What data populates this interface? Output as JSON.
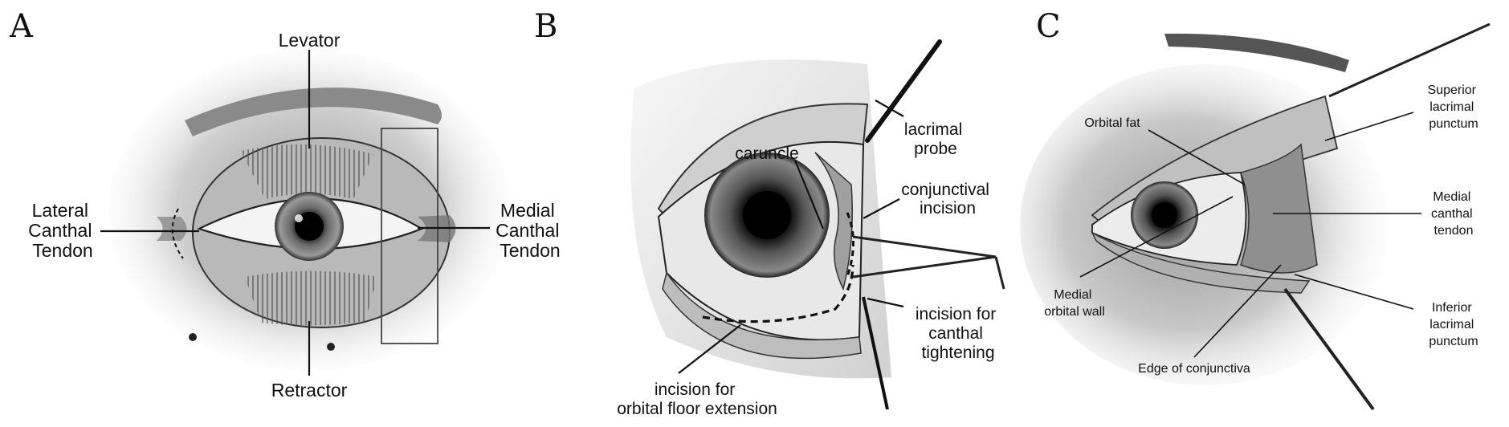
{
  "panels": {
    "a": {
      "letter": "A",
      "labels": {
        "levator": "Levator",
        "lateral": [
          "Lateral",
          "Canthal",
          "Tendon"
        ],
        "medial": [
          "Medial",
          "Canthal",
          "Tendon"
        ],
        "retractor": "Retractor"
      }
    },
    "b": {
      "letter": "B",
      "labels": {
        "lacrimal_probe": [
          "lacrimal",
          "probe"
        ],
        "caruncle": "caruncle",
        "conjunctival_incision": [
          "conjunctival",
          "incision"
        ],
        "canthal_tightening": [
          "incision for",
          "canthal",
          "tightening"
        ],
        "orbital_floor": [
          "incision for",
          "orbital floor extension"
        ]
      }
    },
    "c": {
      "letter": "C",
      "labels": {
        "orbital_fat": "Orbital fat",
        "superior_punctum": [
          "Superior",
          "lacrimal",
          "punctum"
        ],
        "medial_canthal_tendon": [
          "Medial",
          "canthal",
          "tendon"
        ],
        "medial_orbital_wall": [
          "Medial",
          "orbital wall"
        ],
        "inferior_punctum": [
          "Inferior",
          "lacrimal",
          "punctum"
        ],
        "edge_conjunctiva": "Edge of conjunctiva"
      }
    }
  }
}
